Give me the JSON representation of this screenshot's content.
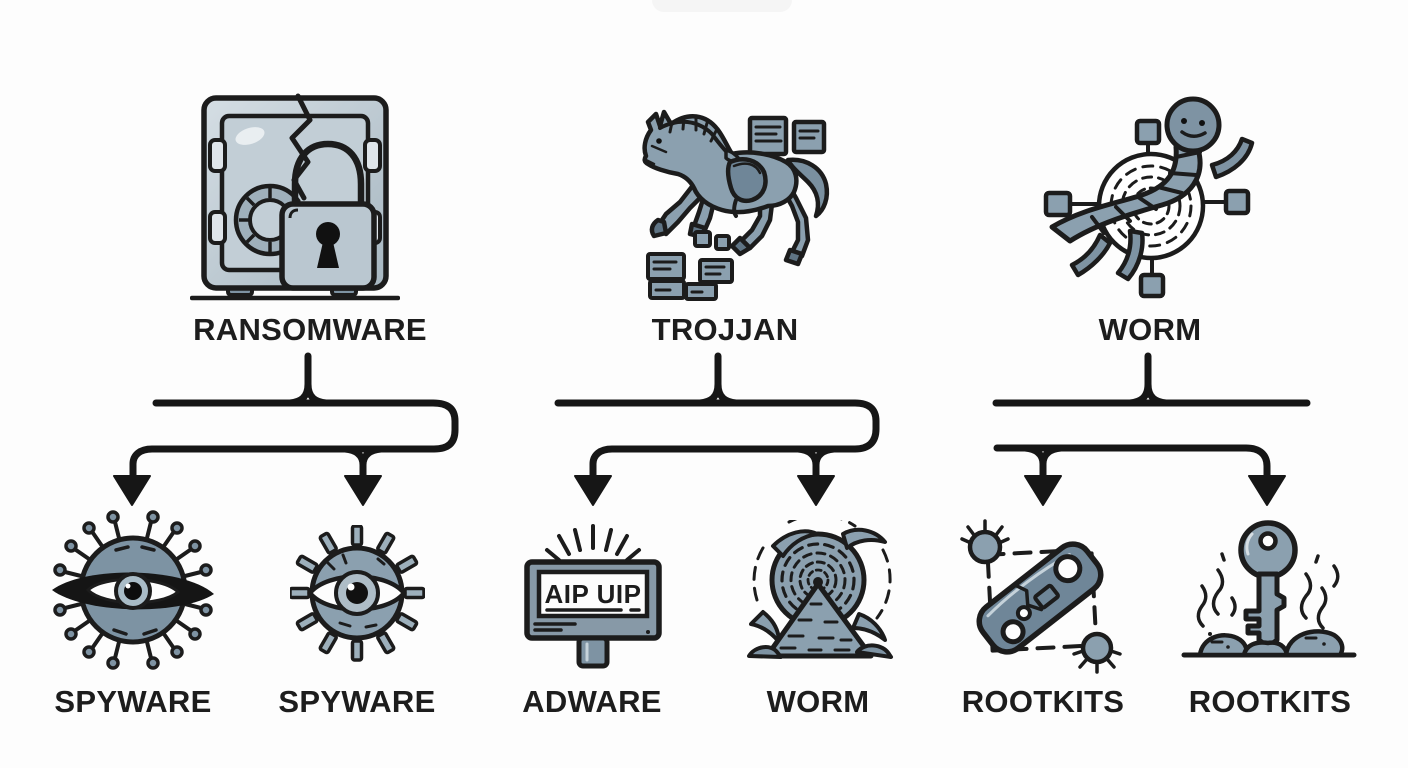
{
  "palette": {
    "background": "#fdfdfd",
    "outline": "#1c1c1c",
    "connector": "#161616",
    "steel_light": "#c9d3da",
    "steel_mid": "#8ba0af",
    "steel_dark": "#6f8698",
    "label_color": "#1d1d1d"
  },
  "diagram": {
    "top_nodes": [
      {
        "id": "ransomware",
        "label": "RANSOMWARE",
        "icon": "cracked-safe-padlock-icon"
      },
      {
        "id": "trojan",
        "label": "TROJJAN",
        "icon": "trojan-horse-icon"
      },
      {
        "id": "worm",
        "label": "WORM",
        "icon": "worm-network-icon"
      }
    ],
    "bottom_nodes": [
      {
        "id": "spyware-1",
        "label": "SPYWARE",
        "icon": "virus-eye-icon"
      },
      {
        "id": "spyware-2",
        "label": "SPYWARE",
        "icon": "spiked-eye-icon"
      },
      {
        "id": "adware",
        "label": "ADWARE",
        "icon": "popup-monitor-icon",
        "screen_text": "AIP UIP"
      },
      {
        "id": "worm-2",
        "label": "WORM",
        "icon": "wormhole-tunnel-icon"
      },
      {
        "id": "rootkits-1",
        "label": "ROOTKITS",
        "icon": "rootkit-chip-icon"
      },
      {
        "id": "rootkits-2",
        "label": "ROOTKITS",
        "icon": "buried-key-icon"
      }
    ]
  }
}
